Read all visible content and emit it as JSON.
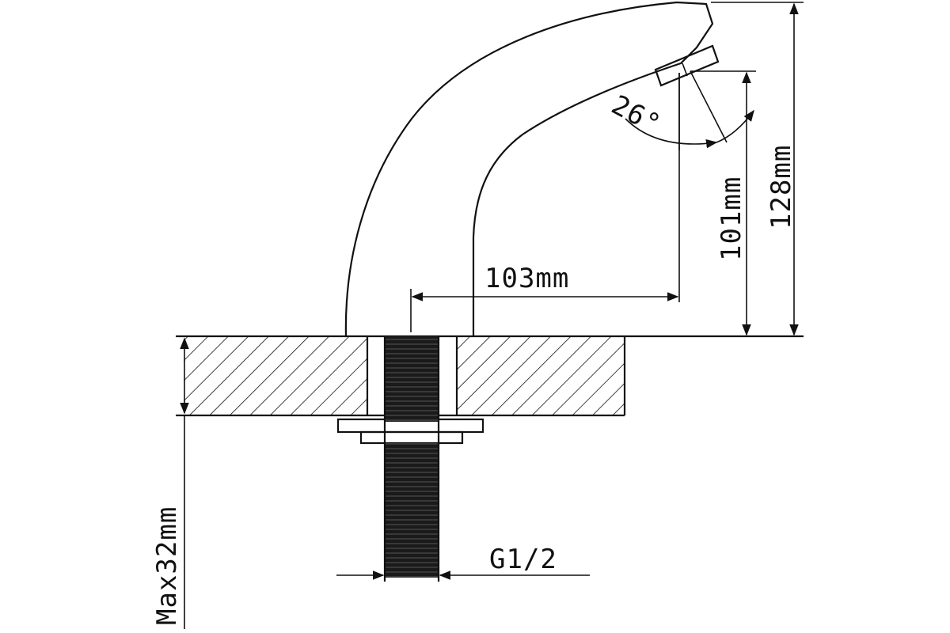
{
  "dimensions": {
    "spout_reach": "103mm",
    "spout_height": "101mm",
    "total_height": "128mm",
    "max_deck_thickness": "Max32mm",
    "thread": "G1/2",
    "spout_angle": "26°"
  }
}
